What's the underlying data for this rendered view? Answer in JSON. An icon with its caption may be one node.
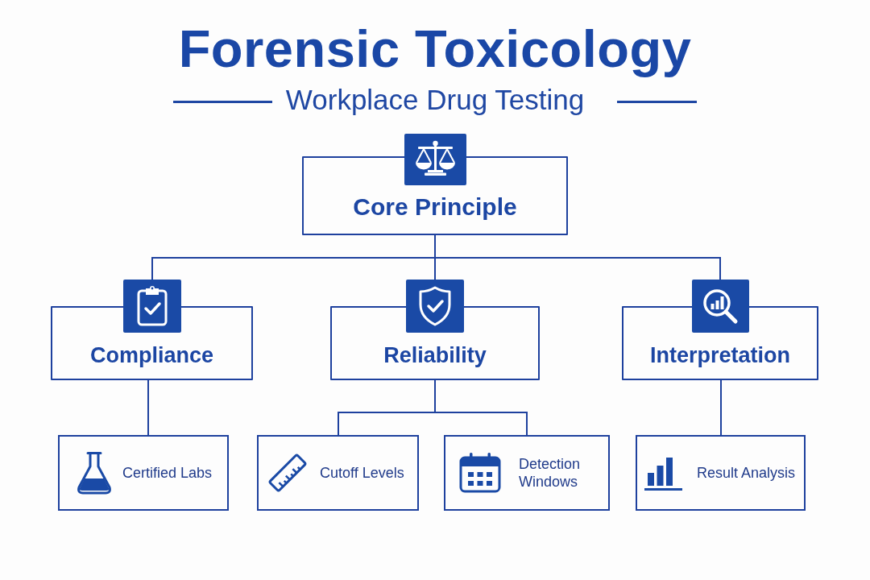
{
  "diagram": {
    "title": "Forensic Toxicology",
    "nodes": [
      {
        "text": [
          "Core Principle"
        ]
      },
      {
        "text": [
          "Compliance"
        ]
      },
      {
        "text": [
          "Reliability"
        ]
      },
      {
        "text": [
          "Interpretation"
        ]
      },
      {
        "text": [
          "Certified Labs"
        ]
      },
      {
        "text": [
          "Cutoff Levels"
        ]
      },
      {
        "text": [
          "Detection Windows"
        ]
      },
      {
        "text": [
          "Result Analysis"
        ]
      }
    ],
    "edges": [
      {
        "from": 0,
        "to": 1,
        "arrow": "none"
      },
      {
        "from": 0,
        "to": 2,
        "arrow": "none"
      },
      {
        "from": 0,
        "to": 3,
        "arrow": "none"
      },
      {
        "from": 1,
        "to": 4,
        "arrow": "none"
      },
      {
        "from": 2,
        "to": 5,
        "arrow": "none"
      },
      {
        "from": 2,
        "to": 6,
        "arrow": "none"
      },
      {
        "from": 3,
        "to": 7,
        "arrow": "none"
      }
    ],
    "labels": [
      "Workplace Drug Testing"
    ]
  }
}
